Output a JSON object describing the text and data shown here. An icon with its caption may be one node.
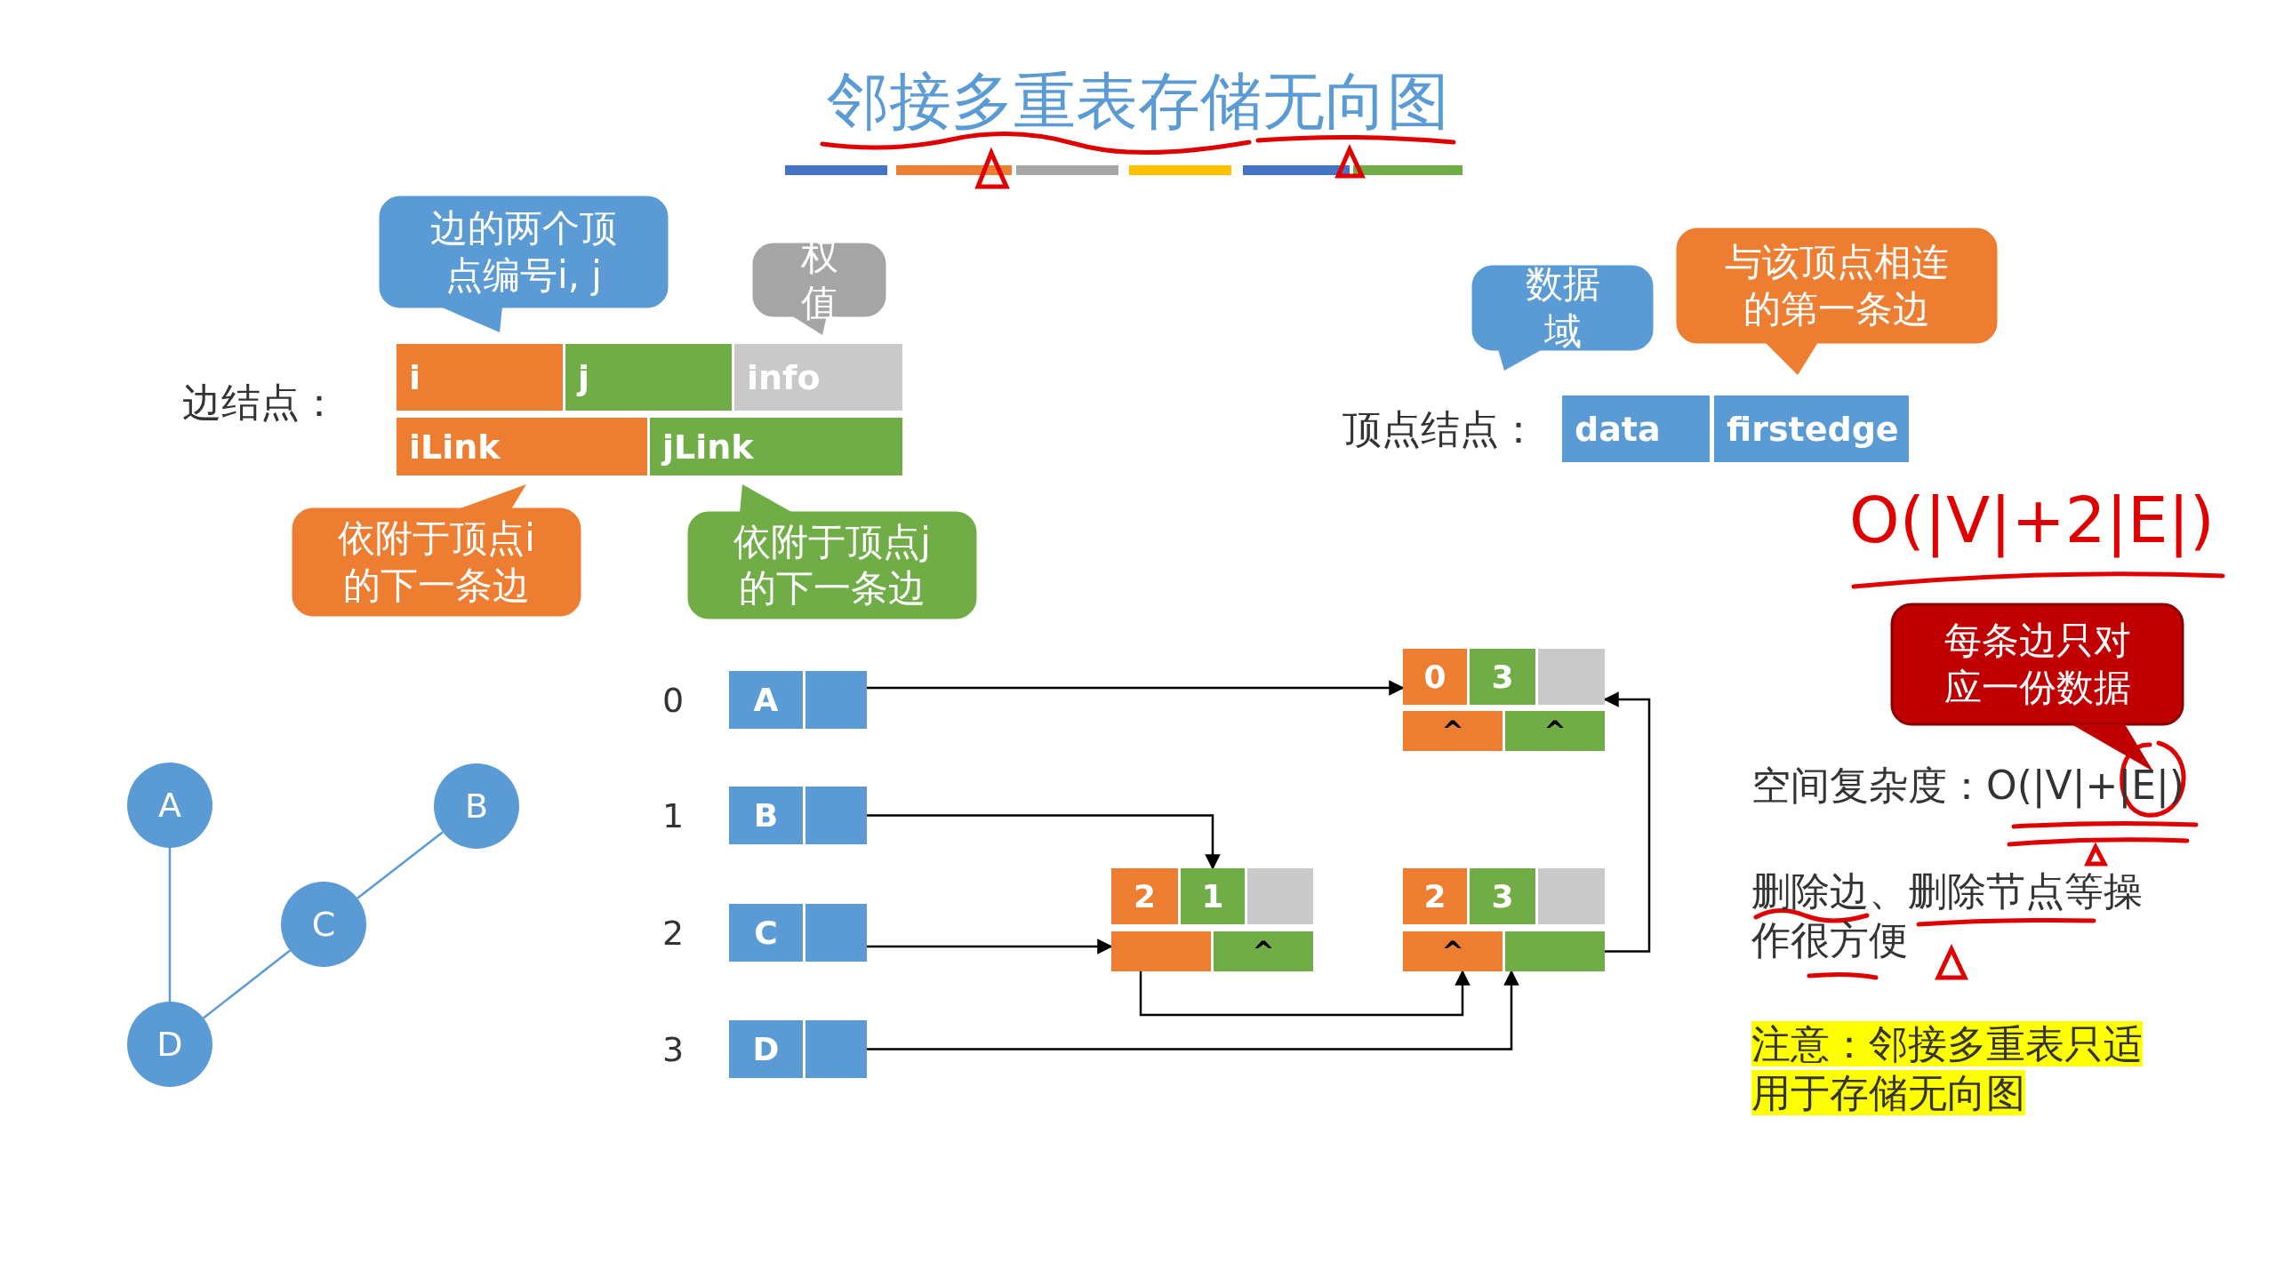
{
  "diagram": {
    "title": "邻接多重表存储无向图",
    "nodes": [
      {
        "text": [
          "边的两个顶点编号i, j"
        ]
      },
      {
        "text": [
          "权值"
        ]
      },
      {
        "text": [
          "数据域"
        ]
      },
      {
        "text": [
          "与该顶点相连的第一条边"
        ]
      },
      {
        "text": [
          "i"
        ]
      },
      {
        "text": [
          "j"
        ]
      },
      {
        "text": [
          "info"
        ]
      },
      {
        "text": [
          "iLink"
        ]
      },
      {
        "text": [
          "jLink"
        ]
      },
      {
        "text": [
          "data"
        ]
      },
      {
        "text": [
          "firstedge"
        ]
      },
      {
        "text": [
          "依附于顶点i的下一条边"
        ]
      },
      {
        "text": [
          "依附于顶点j的下一条边"
        ]
      },
      {
        "text": [
          "每条边只对应一份数据"
        ]
      },
      {
        "text": [
          "A"
        ]
      },
      {
        "text": [
          "B"
        ]
      },
      {
        "text": [
          "C"
        ]
      },
      {
        "text": [
          "D"
        ]
      },
      {
        "text": [
          "A"
        ]
      },
      {
        "text": [],
        "shape": "box"
      },
      {
        "text": [
          "B"
        ]
      },
      {
        "text": [],
        "shape": "box"
      },
      {
        "text": [
          "C"
        ]
      },
      {
        "text": [],
        "shape": "box"
      },
      {
        "text": [
          "D"
        ]
      },
      {
        "text": [],
        "shape": "box"
      },
      {
        "text": [
          "0"
        ]
      },
      {
        "text": [
          "3"
        ]
      },
      {
        "text": [],
        "shape": "box"
      },
      {
        "text": [
          "^"
        ]
      },
      {
        "text": [
          "^"
        ]
      },
      {
        "text": [
          "2"
        ]
      },
      {
        "text": [
          "1"
        ]
      },
      {
        "text": [],
        "shape": "box"
      },
      {
        "text": [],
        "shape": "box"
      },
      {
        "text": [
          "^"
        ]
      },
      {
        "text": [
          "2"
        ]
      },
      {
        "text": [
          "3"
        ]
      },
      {
        "text": [],
        "shape": "box"
      },
      {
        "text": [
          "^"
        ]
      },
      {
        "text": [],
        "shape": "box"
      }
    ],
    "edges": [
      {
        "from": 14,
        "to": 17,
        "arrow": "none",
        "color": "#5b9bd5"
      },
      {
        "from": 16,
        "to": 15,
        "arrow": "none",
        "color": "#5b9bd5"
      },
      {
        "from": 16,
        "to": 17,
        "arrow": "none",
        "color": "#5b9bd5"
      },
      {
        "from": 19,
        "to": 26,
        "arrow": "to"
      },
      {
        "from": 21,
        "to": 32,
        "arrow": "to"
      },
      {
        "from": 23,
        "to": 34,
        "arrow": "to"
      },
      {
        "from": 34,
        "to": 39,
        "arrow": "to"
      },
      {
        "from": 25,
        "to": 40,
        "arrow": "to"
      },
      {
        "from": 40,
        "to": 28,
        "arrow": "to"
      }
    ],
    "labels": [
      "边结点：",
      "顶点结点：",
      "0",
      "1",
      "2",
      "3",
      "O(|V|+2|E|)",
      "空间复杂度：O(|V|+|E|)",
      "删除边、删除节点等操作很方便",
      "注意：邻接多重表只适用于存储无向图"
    ]
  }
}
